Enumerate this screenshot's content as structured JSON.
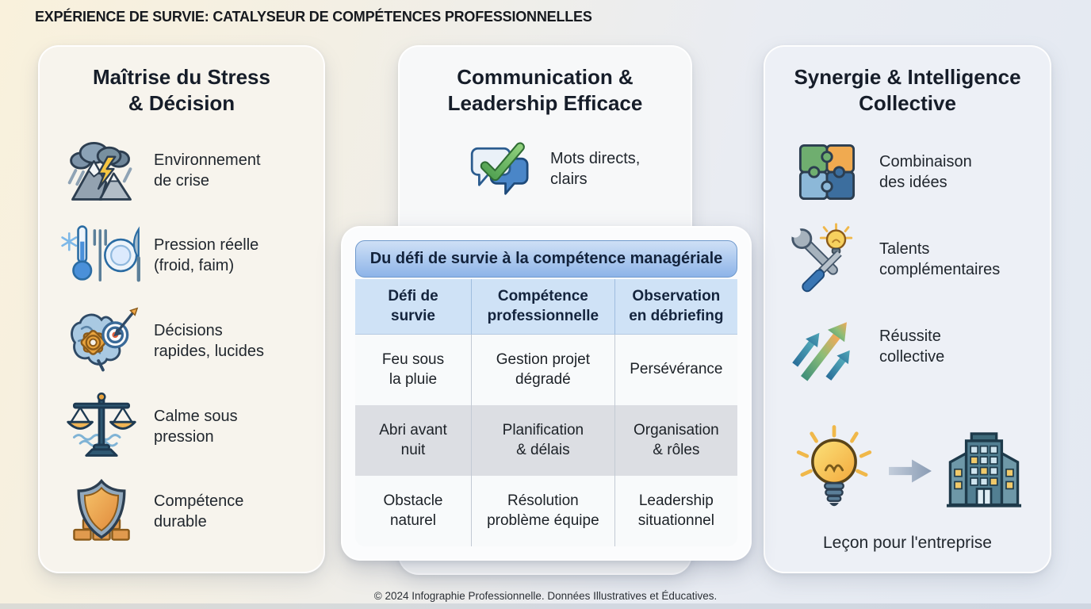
{
  "page": {
    "title": "EXPÉRIENCE DE SURVIE: CATALYSEUR DE COMPÉTENCES PROFESSIONNELLES",
    "footer": "© 2024 Infographie Professionnelle. Données Illustratives et Éducatives."
  },
  "cards": {
    "stress": {
      "title": "Maîtrise du Stress\n& Décision",
      "items": [
        {
          "icon": "storm-mountain-icon",
          "label": "Environnement\nde crise"
        },
        {
          "icon": "cold-hunger-icon",
          "label": "Pression réelle\n(froid, faim)"
        },
        {
          "icon": "brain-decision-icon",
          "label": "Décisions\nrapides, lucides"
        },
        {
          "icon": "balance-scale-icon",
          "label": "Calme sous\npression"
        },
        {
          "icon": "shield-bricks-icon",
          "label": "Compétence\ndurable"
        }
      ]
    },
    "communication": {
      "title": "Communication &\nLeadership Efficace",
      "items": [
        {
          "icon": "chat-check-icon",
          "label": "Mots directs,\nclairs"
        }
      ]
    },
    "synergy": {
      "title": "Synergie & Intelligence\nCollective",
      "items": [
        {
          "icon": "puzzle-icon",
          "label": "Combinaison\ndes idées"
        },
        {
          "icon": "tools-idea-icon",
          "label": "Talents\ncomplémentaires"
        },
        {
          "icon": "arrows-growth-icon",
          "label": "Réussite\ncollective"
        }
      ],
      "flow_icons": [
        "lightbulb-icon",
        "arrow-right-icon",
        "building-icon"
      ],
      "caption": "Leçon pour l'entreprise"
    }
  },
  "table": {
    "title": "Du défi de survie à la compétence managériale",
    "headers": [
      "Défi de\nsurvie",
      "Compétence\nprofessionnelle",
      "Observation\nen débriefing"
    ],
    "rows": [
      [
        "Feu sous\nla pluie",
        "Gestion projet\ndégradé",
        "Persévérance"
      ],
      [
        "Abri avant\nnuit",
        "Planification\n& délais",
        "Organisation\n& rôles"
      ],
      [
        "Obstacle\nnaturel",
        "Résolution\nproblème équipe",
        "Leadership\nsituationnel"
      ]
    ]
  },
  "colors": {
    "table_bar_top": "#cfe0f6",
    "table_bar_bottom": "#8db4e8",
    "table_header_bg": "#cfe2f6",
    "table_alt_row_bg": "#dcdee3"
  }
}
